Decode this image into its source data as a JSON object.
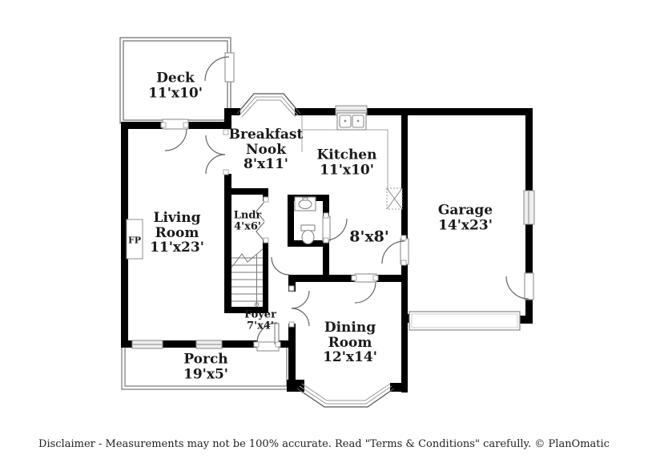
{
  "floorplan": {
    "rooms": [
      {
        "id": "deck",
        "name": "Deck",
        "dims": "11'x10'"
      },
      {
        "id": "breakfast-nook",
        "name": "Breakfast Nook",
        "dims": "8'x11'"
      },
      {
        "id": "kitchen",
        "name": "Kitchen",
        "dims": "11'x10'"
      },
      {
        "id": "garage",
        "name": "Garage",
        "dims": "14'x23'"
      },
      {
        "id": "living-room",
        "name": "Living Room",
        "dims": "11'x23'"
      },
      {
        "id": "laundry",
        "name": "Lndr",
        "dims": "4'x6'"
      },
      {
        "id": "hall",
        "name": "",
        "dims": "8'x8'"
      },
      {
        "id": "foyer",
        "name": "Foyer",
        "dims": "7'x4'"
      },
      {
        "id": "dining-room",
        "name": "Dining Room",
        "dims": "12'x14'"
      },
      {
        "id": "porch",
        "name": "Porch",
        "dims": "19'x5'"
      }
    ],
    "fireplace_label": "FP",
    "footer": "Disclaimer - Measurements may not be 100% accurate. Read \"Terms & Conditions\" carefully. © PlanOmatic",
    "colors": {
      "wall": "#000000",
      "background": "#ffffff",
      "text": "#1a1a1a",
      "line": "#888888"
    }
  }
}
